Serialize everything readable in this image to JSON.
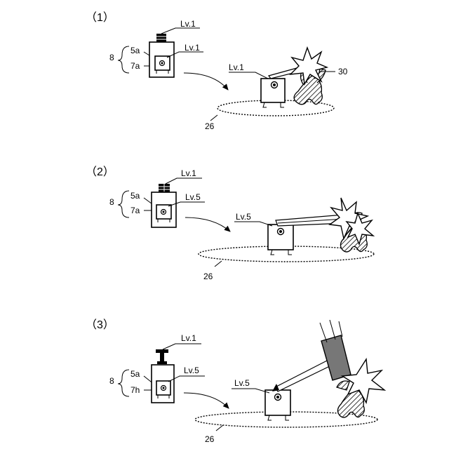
{
  "panels": [
    {
      "number": "（1）",
      "top_label": "Lv.1",
      "inner_label": "Lv.1",
      "bracket_label": "8",
      "upper_ref": "5a",
      "lower_ref": "7a",
      "character_label": "Lv.1",
      "field_ref": "26",
      "enemy_ref": "30"
    },
    {
      "number": "（2）",
      "top_label": "Lv.1",
      "inner_label": "Lv.5",
      "bracket_label": "8",
      "upper_ref": "5a",
      "lower_ref": "7a",
      "character_label": "Lv.5",
      "field_ref": "26"
    },
    {
      "number": "（3）",
      "top_label": "Lv.1",
      "inner_label": "Lv.5",
      "bracket_label": "8",
      "upper_ref": "5a",
      "lower_ref": "7h",
      "character_label": "Lv.5",
      "field_ref": "26"
    }
  ]
}
